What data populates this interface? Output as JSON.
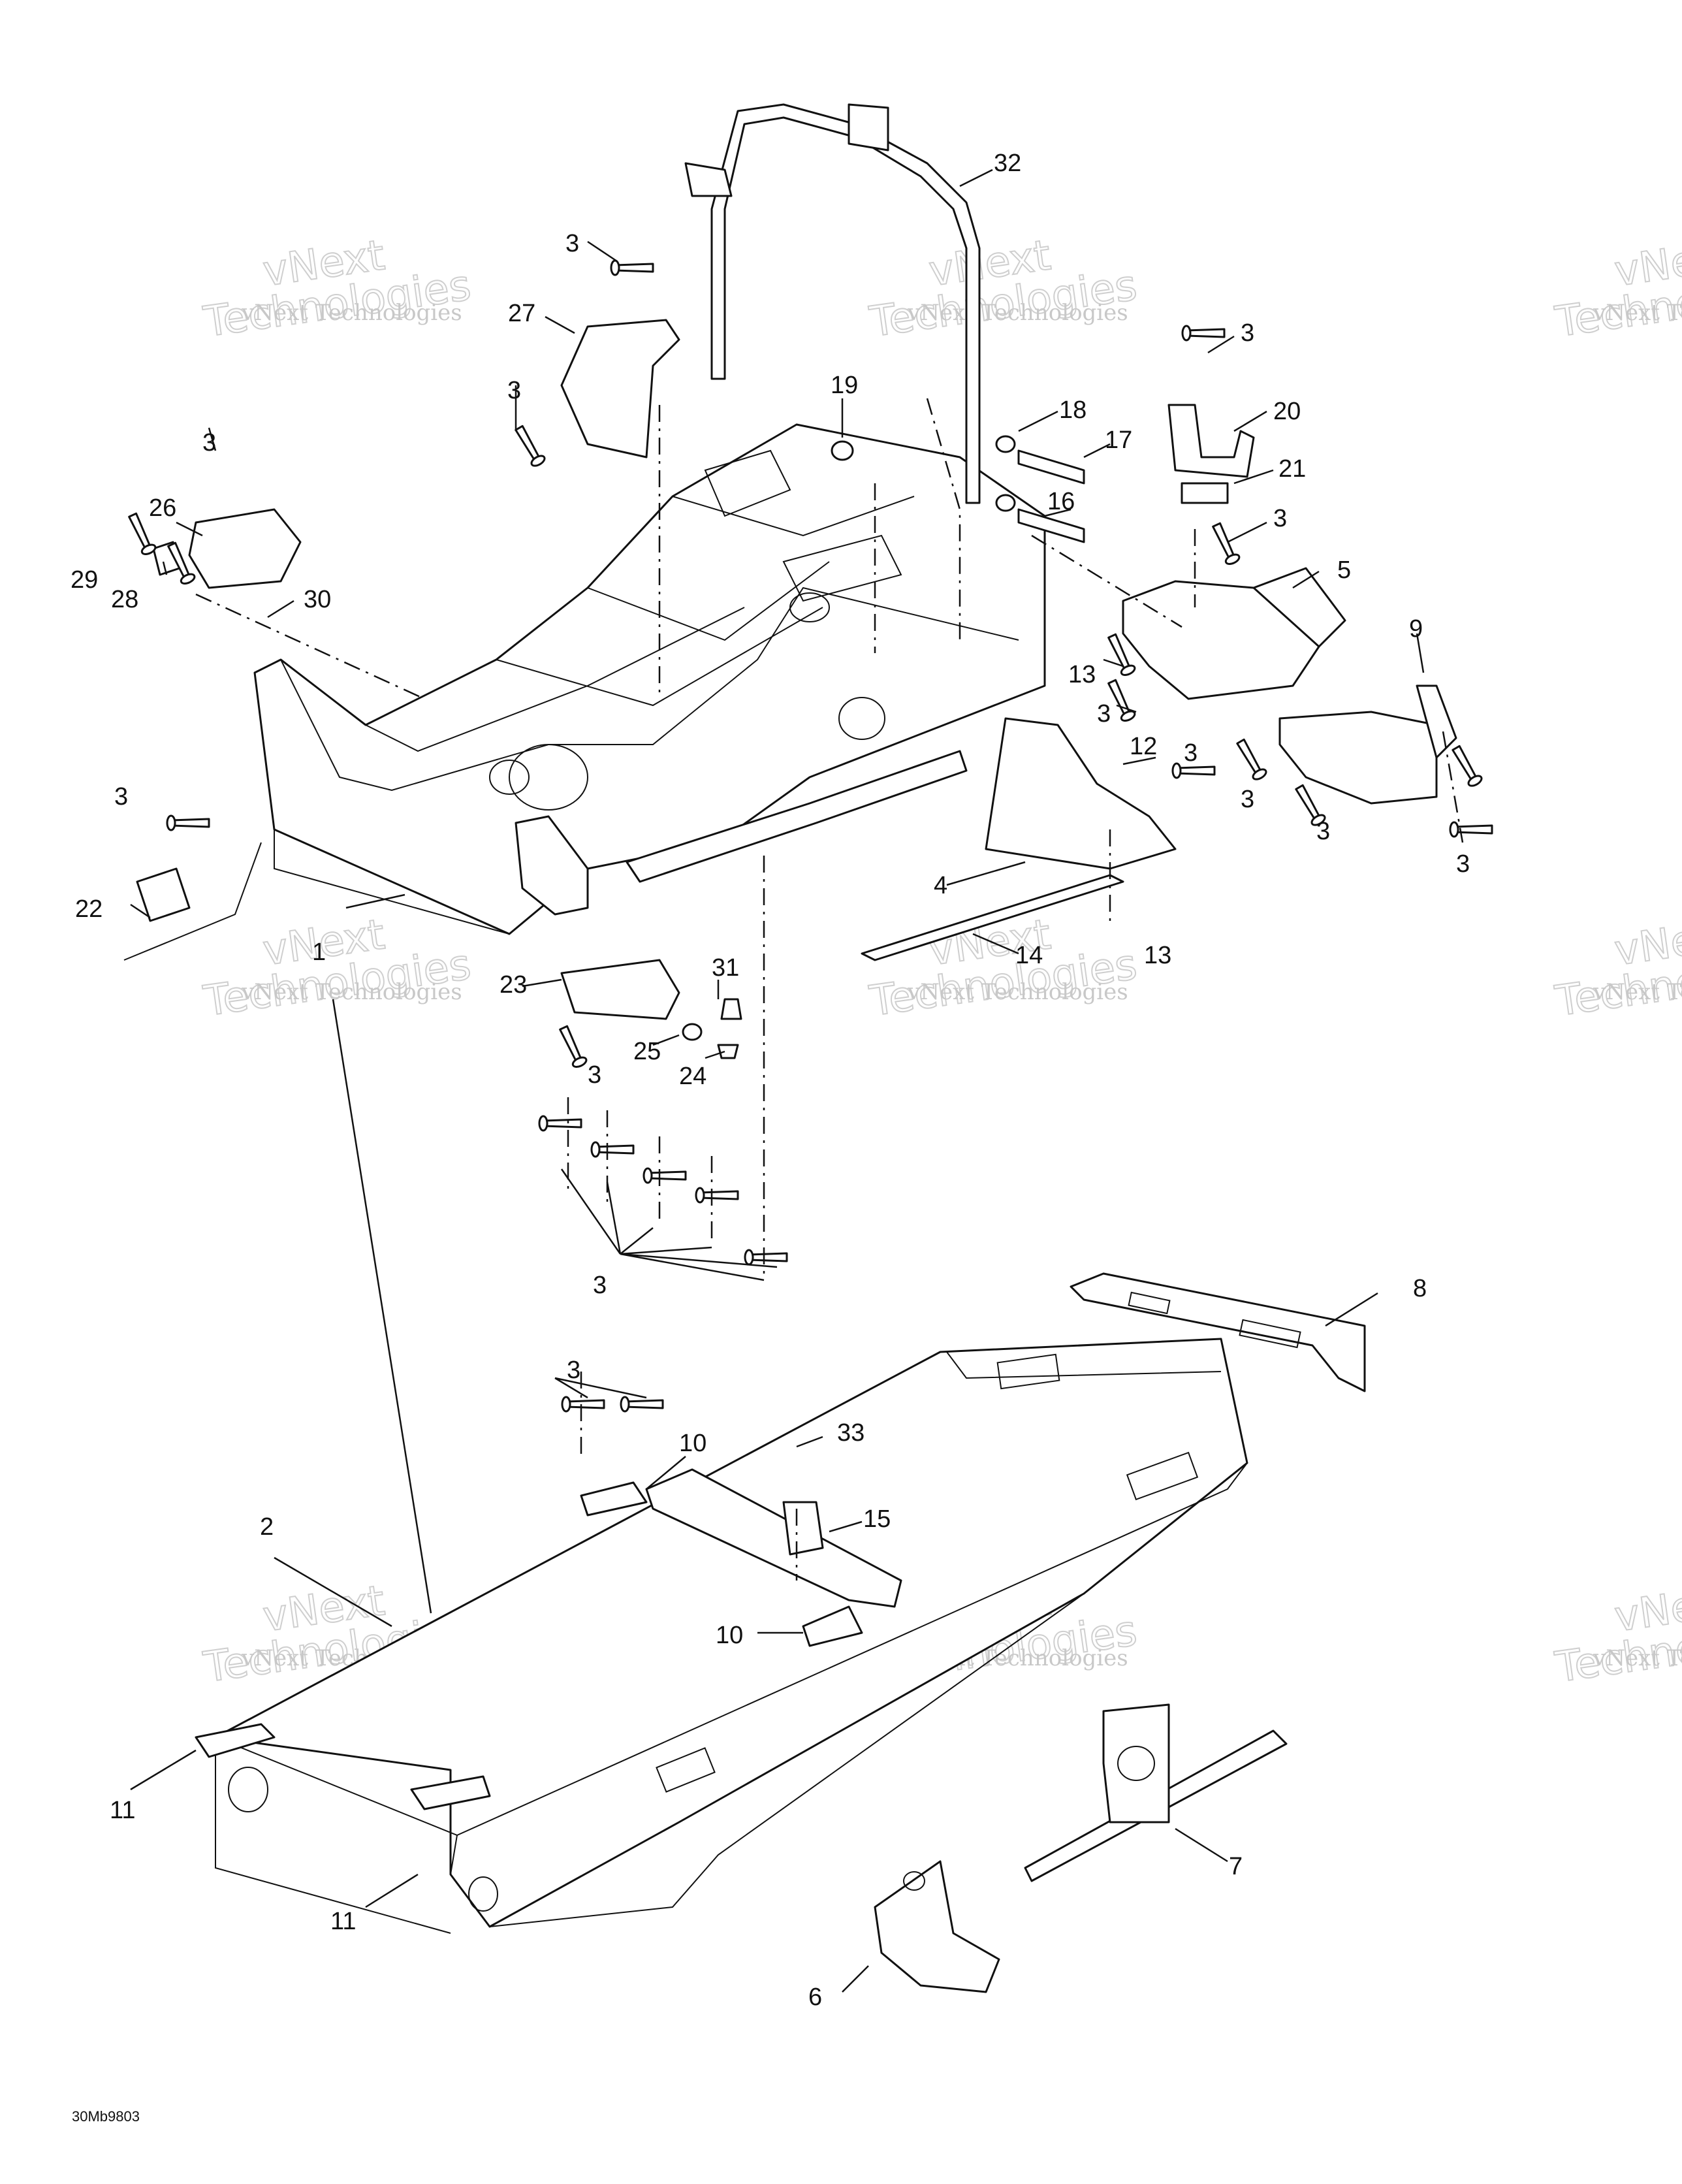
{
  "drawing_code": "30Mb9803",
  "watermark": {
    "line1": "vNext Technologies",
    "line2": "vNext\nTechnologies"
  },
  "callouts": [
    "32",
    "3",
    "27",
    "3",
    "19",
    "18",
    "17",
    "16",
    "3",
    "20",
    "21",
    "3",
    "5",
    "9",
    "3",
    "26",
    "29",
    "28",
    "30",
    "13",
    "3",
    "12",
    "3",
    "3",
    "3",
    "3",
    "3",
    "22",
    "4",
    "14",
    "13",
    "1",
    "23",
    "31",
    "25",
    "3",
    "24",
    "3",
    "8",
    "3",
    "33",
    "10",
    "15",
    "2",
    "10",
    "11",
    "11",
    "7",
    "6"
  ]
}
